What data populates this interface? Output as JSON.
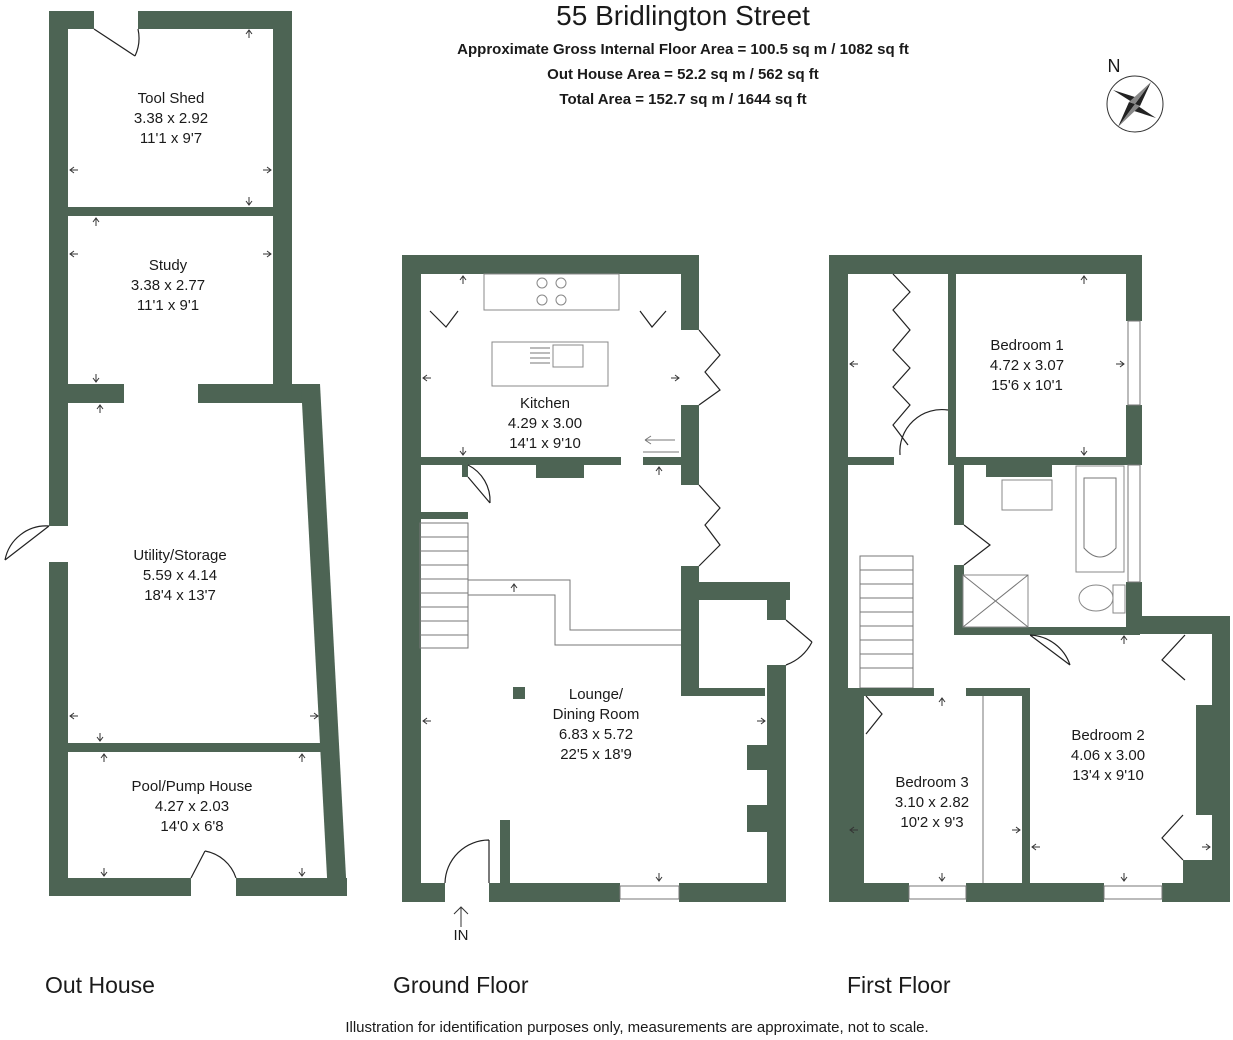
{
  "header": {
    "title": "55 Bridlington Street",
    "line1": "Approximate Gross Internal Floor Area = 100.5 sq m / 1082 sq ft",
    "line2": "Out House Area = 52.2 sq m / 562 sq ft",
    "line3": "Total Area = 152.7 sq m / 1644 sq ft"
  },
  "compass": {
    "label": "N"
  },
  "outhouse": {
    "caption": "Out House",
    "rooms": [
      {
        "name": "Tool Shed",
        "metric": "3.38 x 2.92",
        "imperial": "11'1 x 9'7"
      },
      {
        "name": "Study",
        "metric": "3.38 x 2.77",
        "imperial": "11'1 x 9'1"
      },
      {
        "name": "Utility/Storage",
        "metric": "5.59 x 4.14",
        "imperial": "18'4 x 13'7"
      },
      {
        "name": "Pool/Pump House",
        "metric": "4.27 x 2.03",
        "imperial": "14'0 x 6'8"
      }
    ]
  },
  "ground": {
    "caption": "Ground Floor",
    "entrance": "IN",
    "kitchen": {
      "name": "Kitchen",
      "metric": "4.29 x 3.00",
      "imperial": "14'1 x 9'10"
    },
    "lounge": {
      "name1": "Lounge/",
      "name2": "Dining Room",
      "metric": "6.83 x 5.72",
      "imperial": "22'5 x 18'9"
    }
  },
  "first": {
    "caption": "First Floor",
    "rooms": [
      {
        "name": "Bedroom 1",
        "metric": "4.72 x 3.07",
        "imperial": "15'6 x 10'1"
      },
      {
        "name": "Bedroom 2",
        "metric": "4.06 x 3.00",
        "imperial": "13'4 x 9'10"
      },
      {
        "name": "Bedroom 3",
        "metric": "3.10 x 2.82",
        "imperial": "10'2 x 9'3"
      }
    ]
  },
  "footer": {
    "disclaimer": "Illustration for identification purposes only, measurements are approximate, not to scale."
  },
  "colors": {
    "wall": "#4d6454",
    "text": "#1a1a1a",
    "background": "#ffffff"
  }
}
